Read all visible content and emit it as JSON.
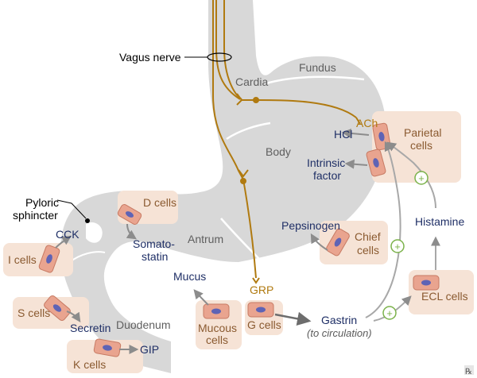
{
  "labels": {
    "vagus_nerve": "Vagus nerve",
    "fundus": "Fundus",
    "cardia": "Cardia",
    "body": "Body",
    "antrum": "Antrum",
    "duodenum": "Duodenum",
    "pyloric_sphincter_line1": "Pyloric",
    "pyloric_sphincter_line2": "sphincter"
  },
  "cells": {
    "parietal_line1": "Parietal",
    "parietal_line2": "cells",
    "chief_line1": "Chief",
    "chief_line2": "cells",
    "ecl": "ECL cells",
    "d_cells": "D cells",
    "i_cells": "I cells",
    "s_cells": "S cells",
    "k_cells": "K cells",
    "mucous_line1": "Mucous",
    "mucous_line2": "cells",
    "g_cells": "G cells"
  },
  "secretions": {
    "ach": "ACh",
    "hcl": "HCl",
    "intrinsic_line1": "Intrinsic",
    "intrinsic_line2": "factor",
    "pepsinogen": "Pepsinogen",
    "histamine": "Histamine",
    "somatostatin_line1": "Somato-",
    "somatostatin_line2": "statin",
    "cck": "CCK",
    "secretin": "Secretin",
    "gip": "GIP",
    "mucus": "Mucus",
    "grp": "GRP",
    "gastrin": "Gastrin",
    "gastrin_note": "(to circulation)"
  },
  "symbols": {
    "plus": "+",
    "logo": "℞"
  },
  "colors": {
    "stomach": "#d8d8d8",
    "cell_box": "#f6e3d6",
    "cell_body": "#e9a48f",
    "cell_nucleus": "#5e63b5",
    "nerve": "#b07a10",
    "secretion_text": "#1f2f66",
    "plus_circle": "#7bb24a",
    "arrow": "#8c8c8c"
  }
}
